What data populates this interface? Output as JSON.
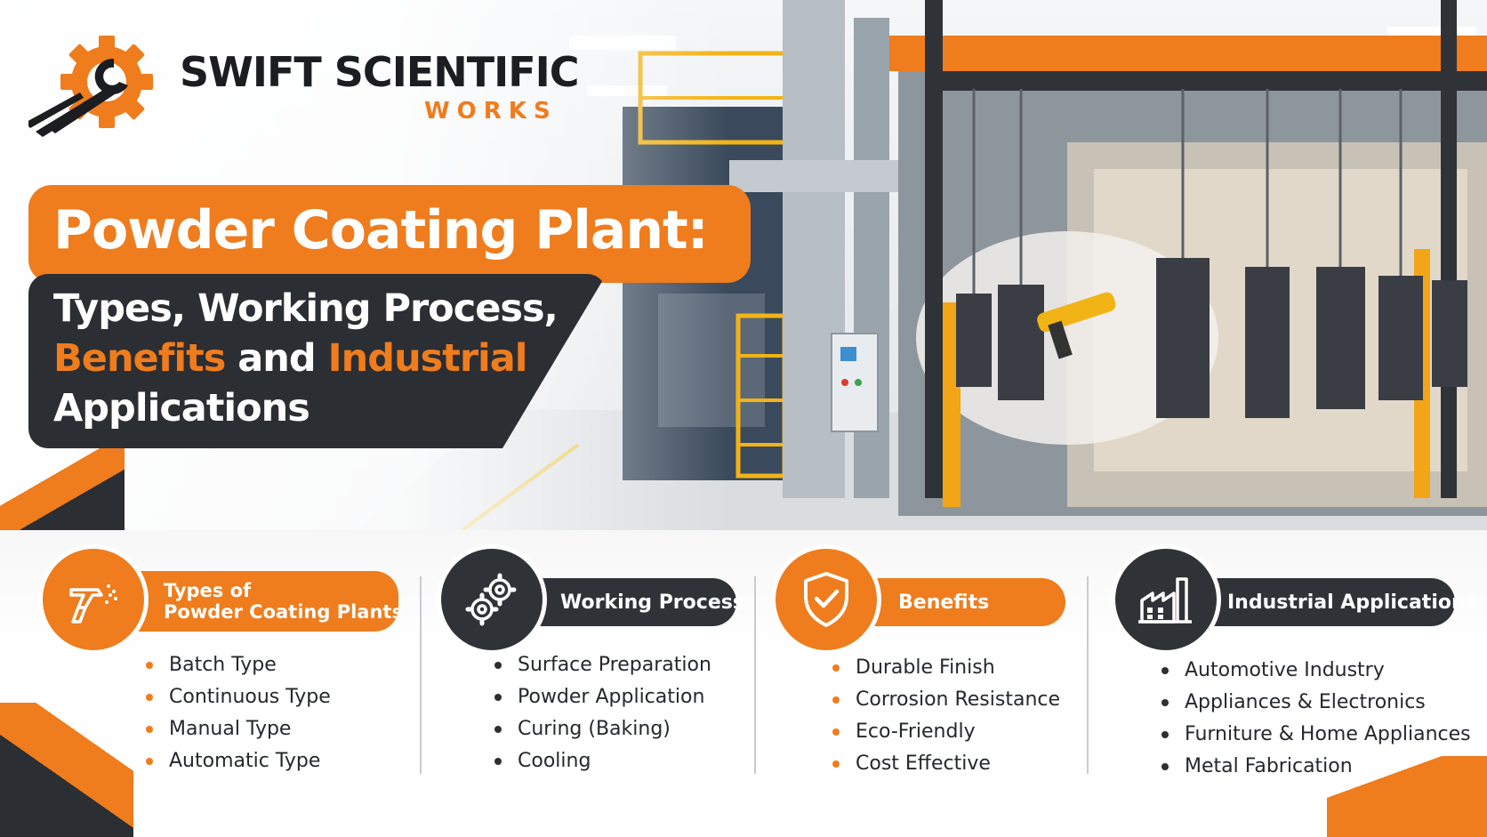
{
  "brand": {
    "name": "SWIFT SCIENTIFIC",
    "sub": "WORKS"
  },
  "headline": {
    "title": "Powder Coating Plant:",
    "line1": "Types, Working Process,",
    "line2_a": "Benefits",
    "line2_b": " and ",
    "line2_c": "Industrial",
    "line3": "Applications"
  },
  "sections": [
    {
      "title_l1": "Types of",
      "title_l2": "Powder Coating Plants",
      "icon": "spray-gun-icon",
      "items": [
        "Batch Type",
        "Continuous Type",
        "Manual Type",
        "Automatic Type"
      ]
    },
    {
      "title": "Working Process",
      "icon": "gears-icon",
      "items": [
        "Surface Preparation",
        "Powder Application",
        "Curing (Baking)",
        "Cooling"
      ]
    },
    {
      "title": "Benefits",
      "icon": "shield-check-icon",
      "items": [
        "Durable Finish",
        "Corrosion Resistance",
        "Eco-Friendly",
        "Cost Effective"
      ]
    },
    {
      "title": "Industrial Applications",
      "icon": "factory-icon",
      "items": [
        "Automotive Industry",
        "Appliances & Electronics",
        "Furniture & Home Appliances",
        "Metal Fabrication"
      ]
    }
  ],
  "colors": {
    "accent": "#ef7c1d",
    "dark": "#2b2e33"
  }
}
